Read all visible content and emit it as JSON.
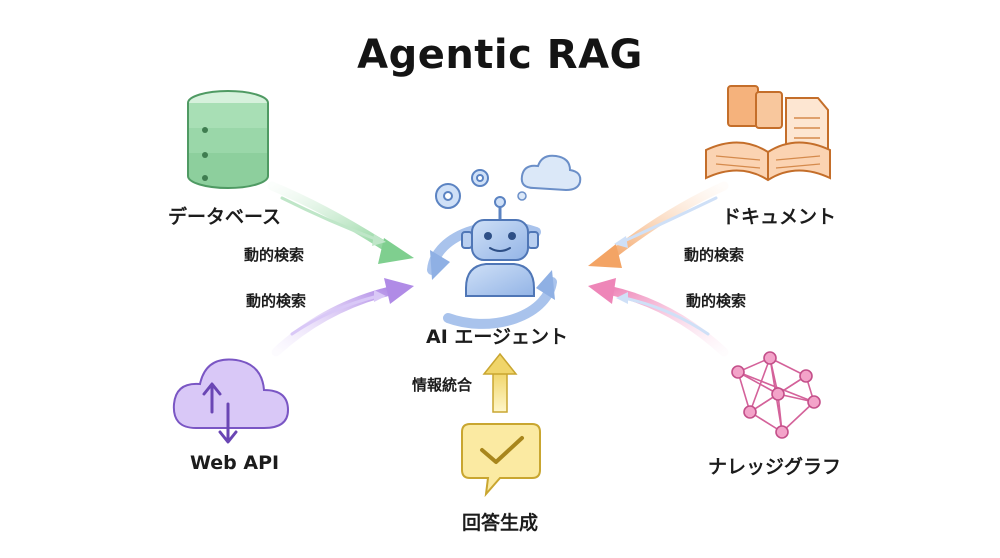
{
  "title": "Agentic RAG",
  "center": {
    "label": "AI エージェント",
    "icon": "robot-icon"
  },
  "sources": {
    "database": {
      "label": "データベース",
      "icon": "database-icon",
      "color": "#8fd19e"
    },
    "documents": {
      "label": "ドキュメント",
      "icon": "books-icon",
      "color": "#f6b07a"
    },
    "web_api": {
      "label": "Web API",
      "icon": "cloud-api-icon",
      "color": "#b79ae8"
    },
    "knowledge_graph": {
      "label": "ナレッジグラフ",
      "icon": "network-graph-icon",
      "color": "#f08cbf"
    }
  },
  "edges": {
    "database_search": "動的検索",
    "web_api_search": "動的検索",
    "documents_search": "動的検索",
    "knowledge_graph_search": "動的検索",
    "integration": "情報統合"
  },
  "output": {
    "label": "回答生成",
    "icon": "answer-bubble-icon",
    "color": "#f5e08a"
  }
}
